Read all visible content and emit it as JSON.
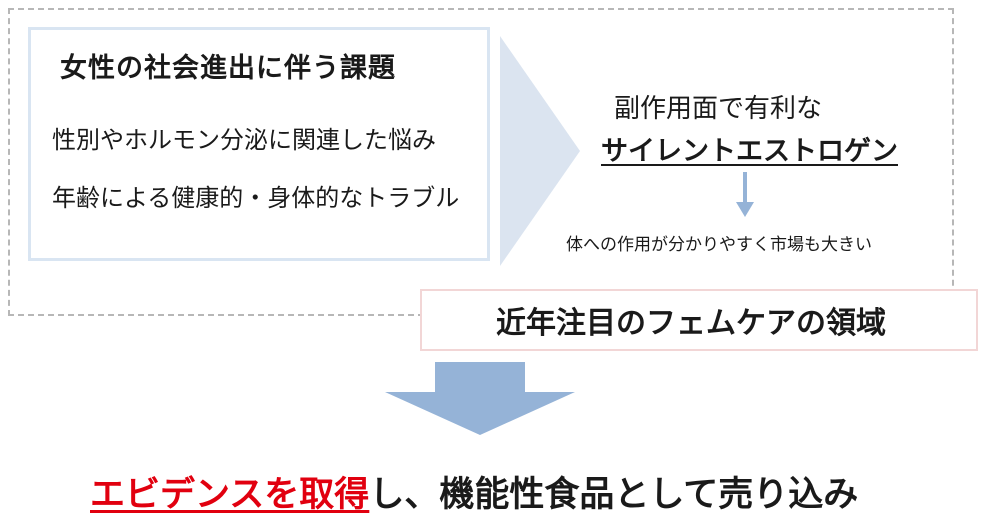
{
  "issues": {
    "title": "女性の社会進出に伴う課題",
    "lines": [
      "性別やホルモン分泌に関連した悩み",
      "年齢による健康的・身体的なトラブル"
    ]
  },
  "solution": {
    "line1": "副作用面で有利な",
    "line2": "サイレントエストロゲン",
    "note": "体への作用が分かりやすく市場も大きい"
  },
  "femcare": {
    "label": "近年注目のフェムケアの領域"
  },
  "conclusion": {
    "highlight": "エビデンスを取得",
    "rest": "し、機能性食品として売り込み"
  },
  "colors": {
    "chevron": "#dbe4f0",
    "small_arrow": "#95b3d7",
    "big_arrow": "#95b3d7",
    "issue_border": "#d9e5f2",
    "femcare_border": "#f2d6d6",
    "highlight": "#e1000f",
    "dashed_frame": "#b7b7b7"
  }
}
